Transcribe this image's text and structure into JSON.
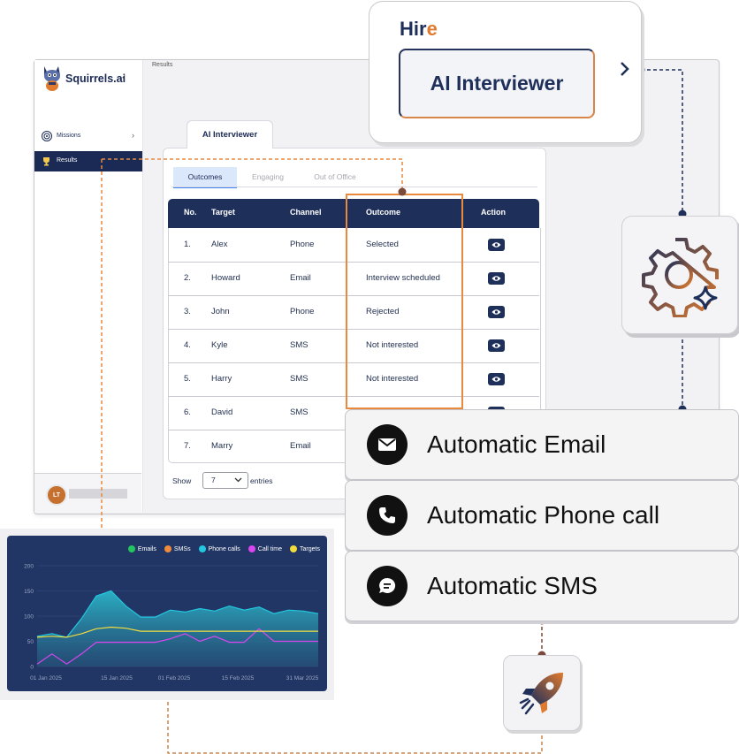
{
  "app": {
    "brand": "Squirrels.ai",
    "collapse_icon": "chevron-left-icon",
    "breadcrumb": "Results",
    "nav": [
      {
        "label": "Missions",
        "icon": "target-icon",
        "chevron": "›"
      },
      {
        "label": "Results",
        "icon": "trophy-icon"
      }
    ],
    "user_initials": "LT"
  },
  "interviewer": {
    "tab_title": "AI Interviewer",
    "subtabs": [
      "Outcomes",
      "Engaging",
      "Out of Office"
    ],
    "columns": [
      "No.",
      "Target",
      "Channel",
      "Outcome",
      "Action"
    ],
    "rows": [
      {
        "no": "1.",
        "target": "Alex",
        "channel": "Phone",
        "outcome": "Selected"
      },
      {
        "no": "2.",
        "target": "Howard",
        "channel": "Email",
        "outcome": "Interview scheduled"
      },
      {
        "no": "3.",
        "target": "John",
        "channel": "Phone",
        "outcome": "Rejected"
      },
      {
        "no": "4.",
        "target": "Kyle",
        "channel": "SMS",
        "outcome": "Not interested"
      },
      {
        "no": "5.",
        "target": "Harry",
        "channel": "SMS",
        "outcome": "Not interested"
      },
      {
        "no": "6.",
        "target": "David",
        "channel": "SMS",
        "outcome": ""
      },
      {
        "no": "7.",
        "target": "Marry",
        "channel": "Email",
        "outcome": ""
      }
    ],
    "show_label": "Show",
    "entries_value": "7",
    "entries_label": "entries"
  },
  "hire": {
    "title_a": "Hir",
    "title_b": "e",
    "button": "AI Interviewer"
  },
  "automations": [
    {
      "label": "Automatic Email",
      "icon": "envelope-icon"
    },
    {
      "label": "Automatic Phone call",
      "icon": "phone-icon"
    },
    {
      "label": "Automatic SMS",
      "icon": "chat-bubble-icon"
    }
  ],
  "colors": {
    "navy": "#1e2f5a",
    "orange": "#e07a2e",
    "chart_bg": "#213664"
  },
  "chart_data": {
    "type": "area",
    "y_ticks": [
      "0",
      "50",
      "100",
      "150",
      "200"
    ],
    "ylim": [
      0,
      200
    ],
    "x_ticks": [
      "01 Jan 2025",
      "15 Jan 2025",
      "01 Feb 2025",
      "15 Feb 2025",
      "31 Mar 2025"
    ],
    "legend_placement": "top-right",
    "series": [
      {
        "name": "Emails",
        "color": "#22c55e",
        "values": []
      },
      {
        "name": "SMSs",
        "color": "#f08a3c",
        "values": []
      },
      {
        "name": "Phone calls",
        "color": "#22c7e0",
        "values": [
          60,
          65,
          58,
          95,
          140,
          150,
          120,
          98,
          98,
          112,
          108,
          115,
          110,
          120,
          112,
          118,
          105,
          112,
          110,
          105
        ]
      },
      {
        "name": "Call time",
        "color": "#d946ef",
        "values": [
          5,
          25,
          5,
          25,
          48,
          48,
          48,
          48,
          48,
          55,
          65,
          50,
          60,
          48,
          48,
          75,
          50,
          50,
          50,
          50
        ]
      },
      {
        "name": "Targets",
        "color": "#f2dc3c",
        "values": [
          58,
          60,
          58,
          65,
          75,
          78,
          76,
          70,
          70,
          70,
          70,
          70,
          70,
          70,
          70,
          70,
          70,
          70,
          70,
          70
        ]
      }
    ]
  }
}
